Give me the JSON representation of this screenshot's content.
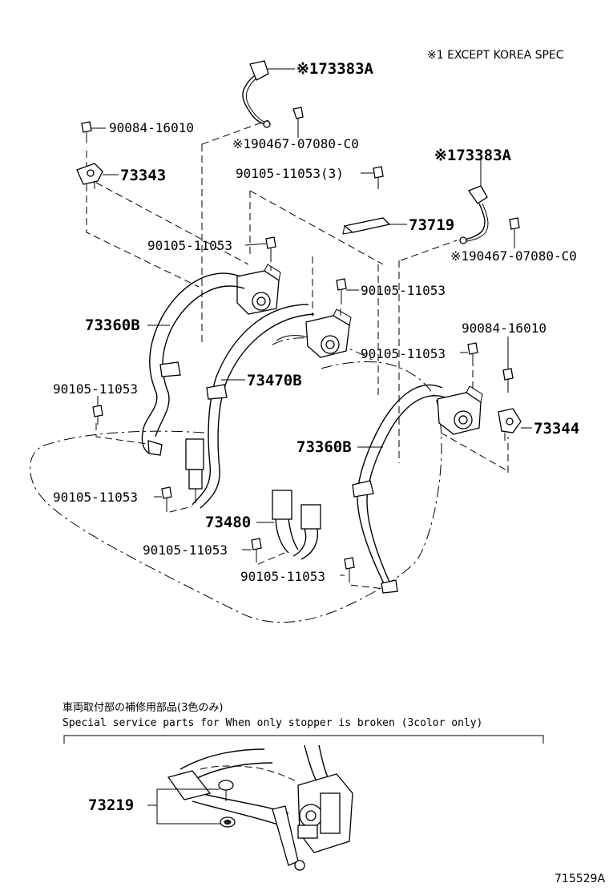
{
  "notes": {
    "except_spec": "※1 EXCEPT KOREA SPEC",
    "diagram_id": "715529A"
  },
  "labels": {
    "p_173383A_top": "※173383A",
    "p_90084_top": "90084-16010",
    "p_190467_top": "※190467-07080-C0",
    "p_73343": "73343",
    "p_90105_3": "90105-11053(3)",
    "p_173383A_right": "※173383A",
    "p_73719": "73719",
    "p_90105_a": "90105-11053",
    "p_190467_right": "※190467-07080-C0",
    "p_90105_b": "90105-11053",
    "p_73360B_left": "73360B",
    "p_90084_right": "90084-16010",
    "p_90105_c": "90105-11053",
    "p_73470B": "73470B",
    "p_90105_d": "90105-11053",
    "p_73344": "73344",
    "p_73360B_right": "73360B",
    "p_90105_e": "90105-11053",
    "p_73480": "73480",
    "p_90105_f": "90105-11053",
    "p_90105_g": "90105-11053",
    "p_73219": "73219"
  },
  "special": {
    "jp_title": "車両取付部の補修用部品(3色のみ)",
    "en_title": "Special   service  parts  for  When  only  stopper  is  broken  (3color only)"
  }
}
